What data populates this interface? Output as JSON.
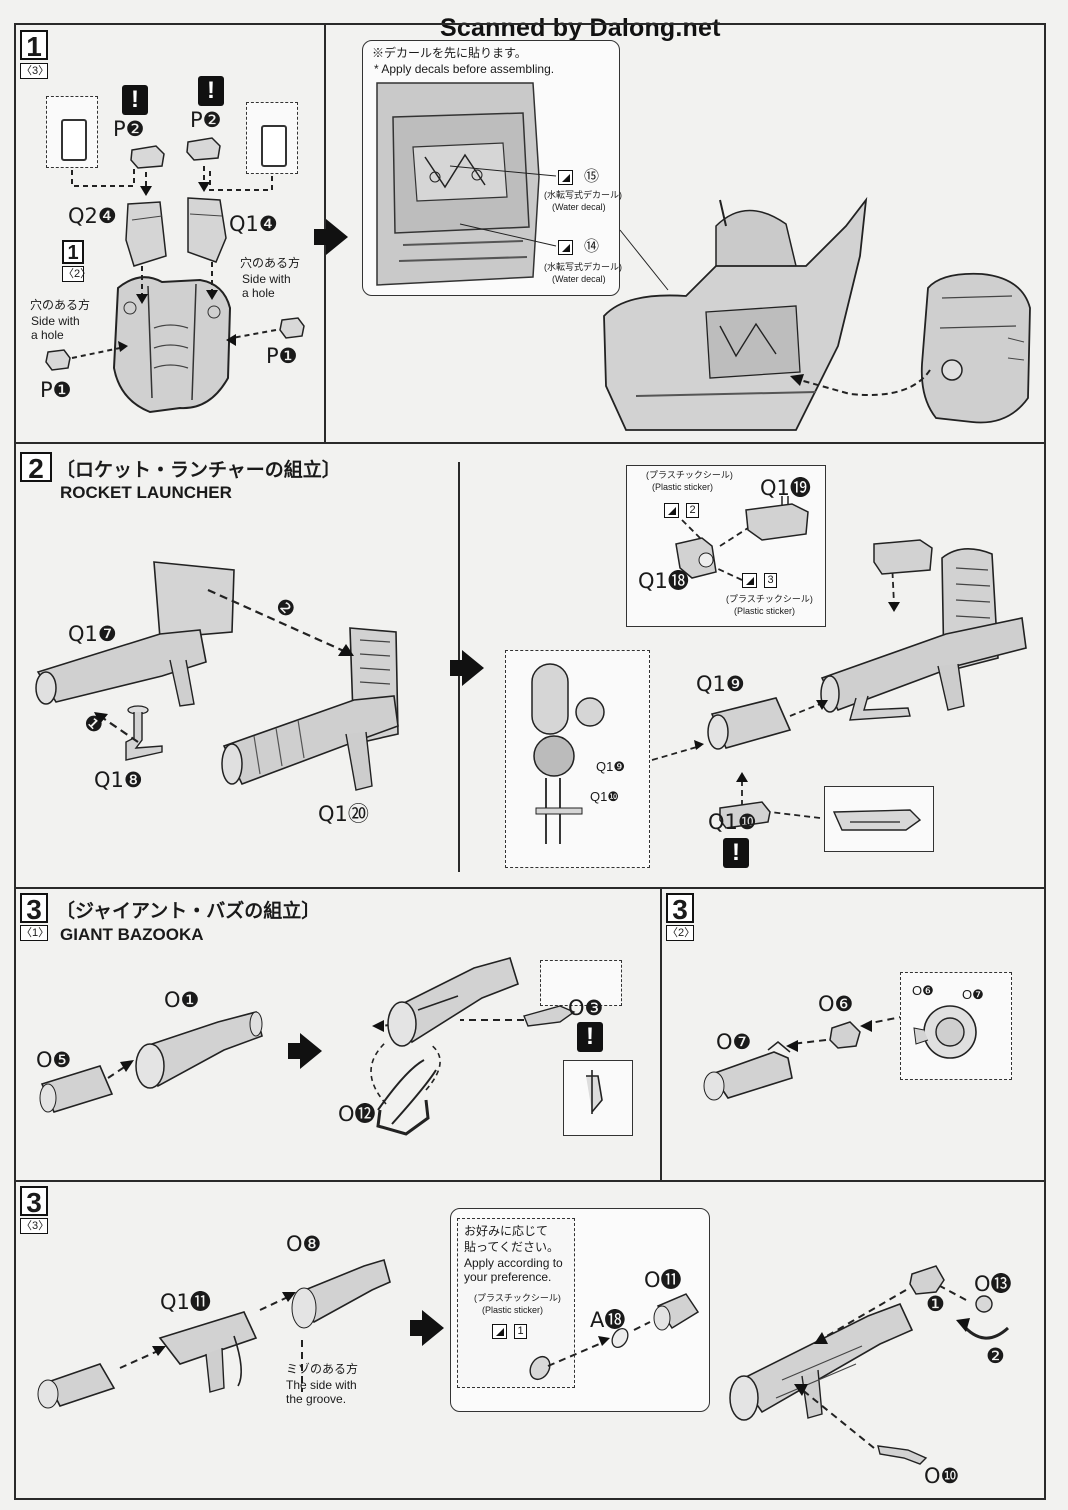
{
  "watermark": "Scanned by Dalong.net",
  "steps": {
    "s1": {
      "num": "1",
      "sub": "〈3〉",
      "parts": {
        "p2a": "P❷",
        "p2b": "P❷",
        "q2": "Q2❹",
        "q1": "Q1❹",
        "p1a": "P❶",
        "p1b": "P❶"
      },
      "ref_num": "1",
      "ref_sub": "〈2〉",
      "hole_left_jp": "穴のある方",
      "hole_left_en1": "Side with",
      "hole_left_en2": "a hole",
      "hole_right_jp": "穴のある方",
      "hole_right_en1": "Side with",
      "hole_right_en2": "a hole",
      "decal_note_jp": "※デカールを先に貼ります。",
      "decal_note_en": "* Apply decals before assembling.",
      "decal_a_num": "⑮",
      "decal_a_jp": "(水転写式デカール)",
      "decal_a_en": "(Water decal)",
      "decal_b_num": "⑭",
      "decal_b_jp": "(水転写式デカール)",
      "decal_b_en": "(Water decal)"
    },
    "s2": {
      "num": "2",
      "title_jp": "〔ロケット・ランチャーの組立〕",
      "title_en": "ROCKET LAUNCHER",
      "parts": {
        "q17": "Q1❼",
        "q18": "Q1❽",
        "q120": "Q1⑳",
        "q119a": "Q1⓳",
        "q118": "Q1⓲",
        "q19a": "Q1❾",
        "q19b": "Q1❾",
        "q110a": "Q1❿",
        "q110b": "Q1❿"
      },
      "order1": "❶",
      "order2": "❷",
      "sticker_jp": "(プラスチックシール)",
      "sticker_en": "(Plastic sticker)",
      "sticker_a_num": "2",
      "sticker_b_num": "3",
      "sticker_b_jp": "(プラスチックシール)",
      "sticker_b_en": "(Plastic sticker)"
    },
    "s3a": {
      "num": "3",
      "sub": "〈1〉",
      "title_jp": "〔ジャイアント・バズの組立〕",
      "title_en": "GIANT BAZOOKA",
      "parts": {
        "o1": "O❶",
        "o5": "O❺",
        "o3": "O❸",
        "o12": "O⓬"
      }
    },
    "s3b": {
      "num": "3",
      "sub": "〈2〉",
      "parts": {
        "o6": "O❻",
        "o7": "O❼",
        "o6s": "O❻",
        "o7s": "O❼"
      }
    },
    "s3c": {
      "num": "3",
      "sub": "〈3〉",
      "parts": {
        "o8": "O❽",
        "q111": "Q1⓫",
        "o11": "O⓫",
        "a18": "A⓲",
        "o13": "O⓭",
        "o10": "O❿"
      },
      "groove_jp": "ミゾのある方",
      "groove_en1": "The side with",
      "groove_en2": "the groove.",
      "pref_jp1": "お好みに応じて",
      "pref_jp2": "貼ってください。",
      "pref_en1": "Apply according to",
      "pref_en2": "your preference.",
      "sticker_jp": "(プラスチックシール)",
      "sticker_en": "(Plastic sticker)",
      "sticker_num": "1",
      "order1": "❶",
      "order2": "❷"
    }
  },
  "warn_symbol": "!"
}
